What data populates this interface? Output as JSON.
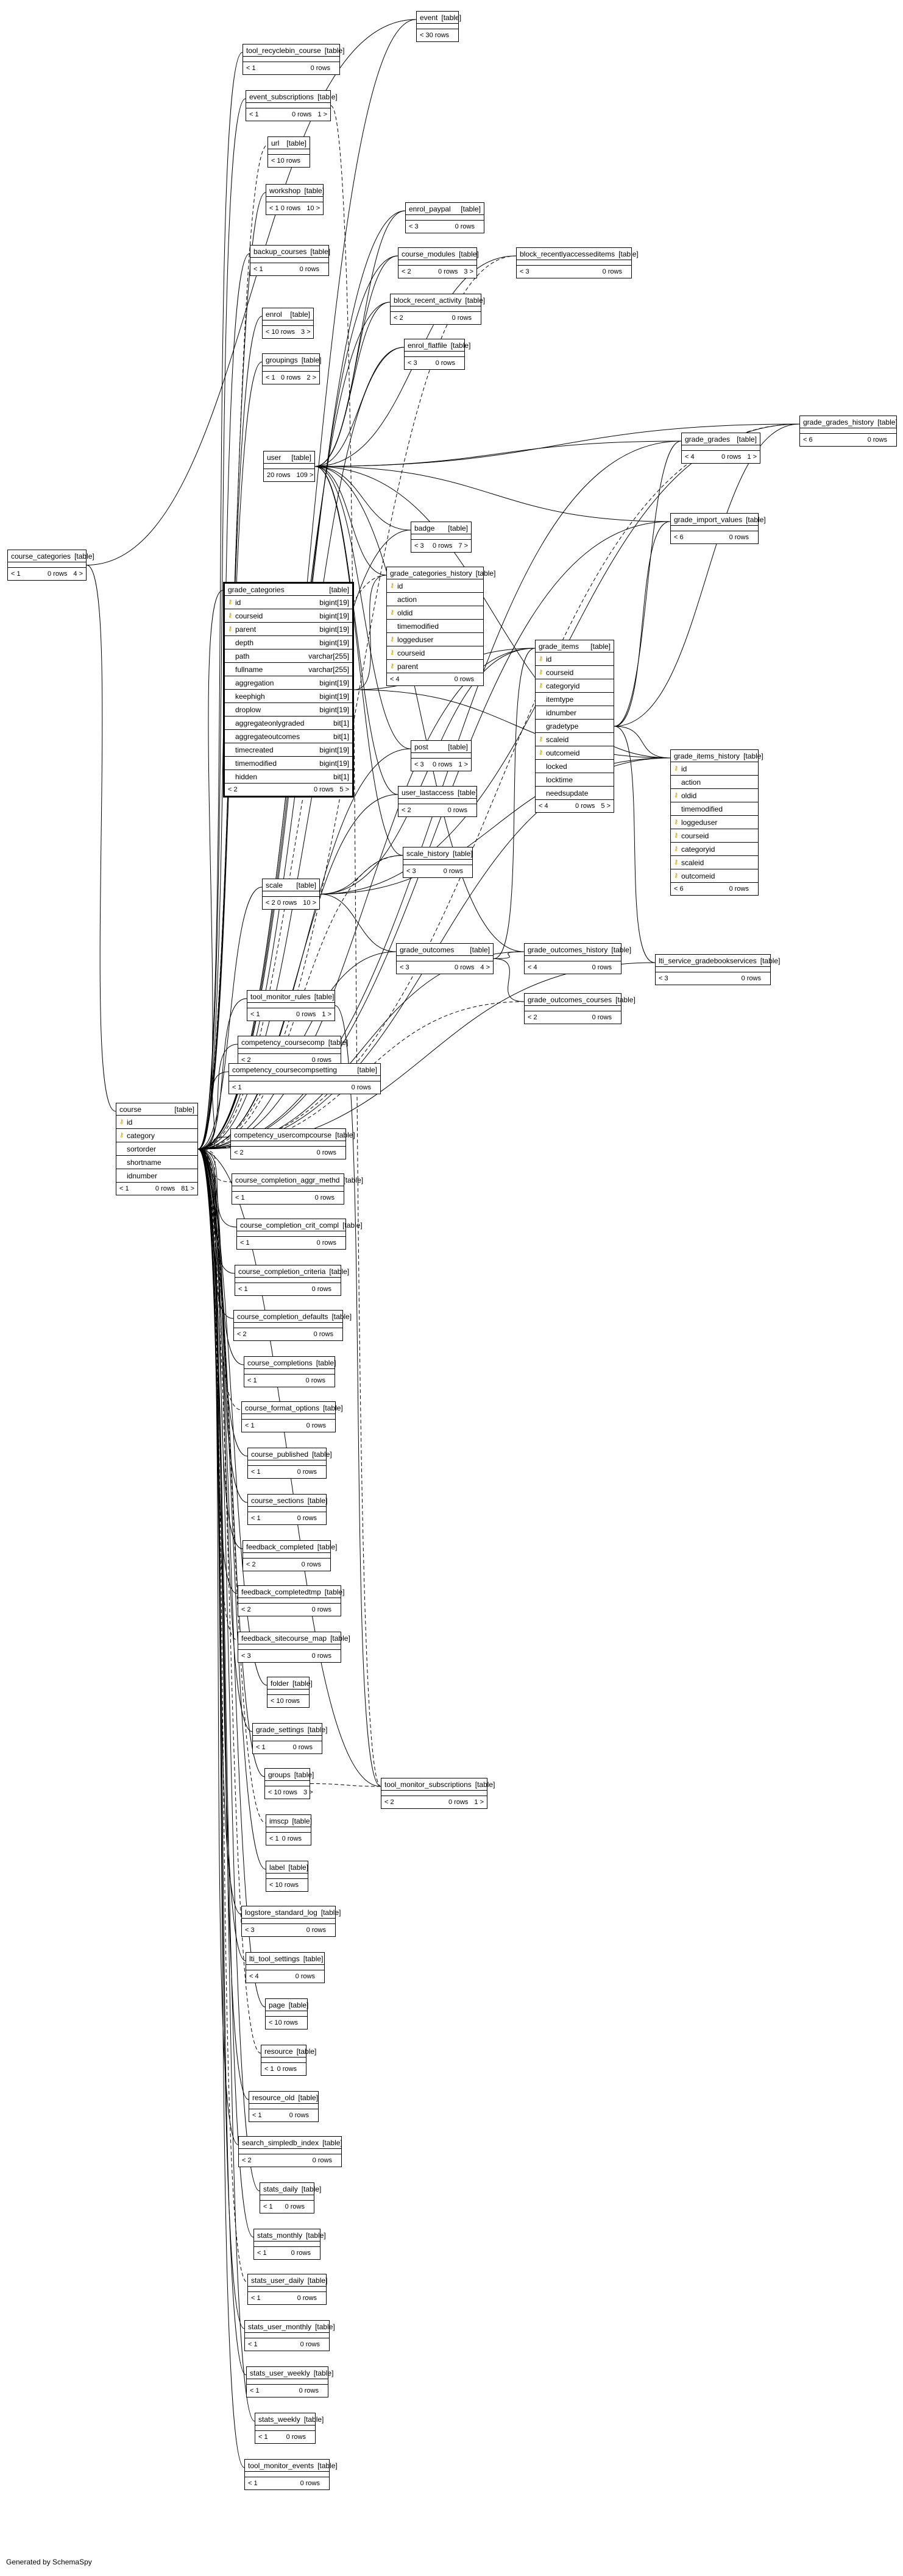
{
  "footer": "Generated by SchemaSpy",
  "type_label": "[table]",
  "rows_label": "rows",
  "tables": [
    {
      "name": "event",
      "rows": "0",
      "left": "< 3",
      "right": ""
    },
    {
      "name": "tool_recyclebin_course",
      "rows": "0",
      "left": "< 1",
      "right": ""
    },
    {
      "name": "event_subscriptions",
      "rows": "0",
      "left": "< 1",
      "right": "1 >"
    },
    {
      "name": "url",
      "rows": "0",
      "left": "< 1",
      "right": ""
    },
    {
      "name": "workshop",
      "rows": "0",
      "left": "< 1",
      "right": "10 >"
    },
    {
      "name": "enrol_paypal",
      "rows": "0",
      "left": "< 3",
      "right": ""
    },
    {
      "name": "backup_courses",
      "rows": "0",
      "left": "< 1",
      "right": ""
    },
    {
      "name": "course_modules",
      "rows": "0",
      "left": "< 2",
      "right": "3 >"
    },
    {
      "name": "block_recentlyaccesseditems",
      "rows": "0",
      "left": "< 3",
      "right": ""
    },
    {
      "name": "block_recent_activity",
      "rows": "0",
      "left": "< 2",
      "right": ""
    },
    {
      "name": "enrol",
      "rows": "0",
      "left": "< 1",
      "right": "3 >"
    },
    {
      "name": "enrol_flatfile",
      "rows": "0",
      "left": "< 3",
      "right": ""
    },
    {
      "name": "groupings",
      "rows": "0",
      "left": "< 1",
      "right": "2 >"
    },
    {
      "name": "grade_grades_history",
      "rows": "0",
      "left": "< 6",
      "right": ""
    },
    {
      "name": "user",
      "rows": "0",
      "left": "2",
      "right": "109 >"
    },
    {
      "name": "grade_grades",
      "rows": "0",
      "left": "< 4",
      "right": "1 >"
    },
    {
      "name": "course_categories",
      "rows": "0",
      "left": "< 1",
      "right": "4 >"
    },
    {
      "name": "grade_import_values",
      "rows": "0",
      "left": "< 6",
      "right": ""
    },
    {
      "name": "badge",
      "rows": "0",
      "left": "< 3",
      "right": "7 >"
    },
    {
      "name": "grade_categories",
      "main": true,
      "rows": "0",
      "left": "< 2",
      "right": "5 >",
      "columns": [
        {
          "name": "id",
          "type": "bigint[19]",
          "key": true
        },
        {
          "name": "courseid",
          "type": "bigint[19]",
          "key": true
        },
        {
          "name": "parent",
          "type": "bigint[19]",
          "key": true
        },
        {
          "name": "depth",
          "type": "bigint[19]"
        },
        {
          "name": "path",
          "type": "varchar[255]"
        },
        {
          "name": "fullname",
          "type": "varchar[255]"
        },
        {
          "name": "aggregation",
          "type": "bigint[19]"
        },
        {
          "name": "keephigh",
          "type": "bigint[19]"
        },
        {
          "name": "droplow",
          "type": "bigint[19]"
        },
        {
          "name": "aggregateonlygraded",
          "type": "bit[1]"
        },
        {
          "name": "aggregateoutcomes",
          "type": "bit[1]"
        },
        {
          "name": "timecreated",
          "type": "bigint[19]"
        },
        {
          "name": "timemodified",
          "type": "bigint[19]"
        },
        {
          "name": "hidden",
          "type": "bit[1]"
        }
      ]
    },
    {
      "name": "grade_categories_history",
      "rows": "0",
      "left": "< 4",
      "right": "",
      "columns": [
        {
          "name": "id",
          "key": true
        },
        {
          "name": "action"
        },
        {
          "name": "oldid",
          "key": true
        },
        {
          "name": "timemodified"
        },
        {
          "name": "loggeduser",
          "key": true
        },
        {
          "name": "courseid",
          "key": true
        },
        {
          "name": "parent",
          "key": true
        }
      ]
    },
    {
      "name": "grade_items",
      "rows": "0",
      "left": "< 4",
      "right": "5 >",
      "columns": [
        {
          "name": "id",
          "key": true
        },
        {
          "name": "courseid",
          "key": true
        },
        {
          "name": "categoryid",
          "key": true
        },
        {
          "name": "itemtype"
        },
        {
          "name": "idnumber"
        },
        {
          "name": "gradetype"
        },
        {
          "name": "scaleid",
          "key": true
        },
        {
          "name": "outcomeid",
          "key": true
        },
        {
          "name": "locked"
        },
        {
          "name": "locktime"
        },
        {
          "name": "needsupdate"
        }
      ]
    },
    {
      "name": "post",
      "rows": "0",
      "left": "< 3",
      "right": "1 >"
    },
    {
      "name": "user_lastaccess",
      "rows": "0",
      "left": "< 2",
      "right": ""
    },
    {
      "name": "grade_items_history",
      "rows": "0",
      "left": "< 6",
      "right": "",
      "columns": [
        {
          "name": "id",
          "key": true
        },
        {
          "name": "action"
        },
        {
          "name": "oldid",
          "key": true
        },
        {
          "name": "timemodified"
        },
        {
          "name": "loggeduser",
          "key": true
        },
        {
          "name": "courseid",
          "key": true
        },
        {
          "name": "categoryid",
          "key": true
        },
        {
          "name": "scaleid",
          "key": true
        },
        {
          "name": "outcomeid",
          "key": true
        }
      ]
    },
    {
      "name": "scale_history",
      "rows": "0",
      "left": "< 3",
      "right": ""
    },
    {
      "name": "scale",
      "rows": "0",
      "left": "< 2",
      "right": "10 >"
    },
    {
      "name": "grade_outcomes",
      "rows": "0",
      "left": "< 3",
      "right": "4 >"
    },
    {
      "name": "grade_outcomes_history",
      "rows": "0",
      "left": "< 4",
      "right": ""
    },
    {
      "name": "lti_service_gradebookservices",
      "rows": "0",
      "left": "< 3",
      "right": ""
    },
    {
      "name": "grade_outcomes_courses",
      "rows": "0",
      "left": "< 2",
      "right": ""
    },
    {
      "name": "tool_monitor_rules",
      "rows": "0",
      "left": "< 1",
      "right": "1 >"
    },
    {
      "name": "competency_coursecomp",
      "rows": "0",
      "left": "< 2",
      "right": ""
    },
    {
      "name": "competency_coursecompsetting",
      "rows": "0",
      "left": "< 1",
      "right": ""
    },
    {
      "name": "course",
      "rows": "0",
      "left": "< 1",
      "right": "81 >",
      "columns": [
        {
          "name": "id",
          "key": true
        },
        {
          "name": "category",
          "key": true
        },
        {
          "name": "sortorder"
        },
        {
          "name": "shortname"
        },
        {
          "name": "idnumber"
        }
      ]
    },
    {
      "name": "competency_usercompcourse",
      "rows": "0",
      "left": "< 2",
      "right": ""
    },
    {
      "name": "course_completion_aggr_methd",
      "rows": "0",
      "left": "< 1",
      "right": ""
    },
    {
      "name": "course_completion_crit_compl",
      "rows": "0",
      "left": "< 1",
      "right": ""
    },
    {
      "name": "course_completion_criteria",
      "rows": "0",
      "left": "< 1",
      "right": ""
    },
    {
      "name": "course_completion_defaults",
      "rows": "0",
      "left": "< 2",
      "right": ""
    },
    {
      "name": "course_completions",
      "rows": "0",
      "left": "< 1",
      "right": ""
    },
    {
      "name": "course_format_options",
      "rows": "0",
      "left": "< 1",
      "right": ""
    },
    {
      "name": "course_published",
      "rows": "0",
      "left": "< 1",
      "right": ""
    },
    {
      "name": "course_sections",
      "rows": "0",
      "left": "< 1",
      "right": ""
    },
    {
      "name": "feedback_completed",
      "rows": "0",
      "left": "< 2",
      "right": ""
    },
    {
      "name": "feedback_completedtmp",
      "rows": "0",
      "left": "< 2",
      "right": ""
    },
    {
      "name": "feedback_sitecourse_map",
      "rows": "0",
      "left": "< 3",
      "right": ""
    },
    {
      "name": "folder",
      "rows": "0",
      "left": "< 1",
      "right": ""
    },
    {
      "name": "grade_settings",
      "rows": "0",
      "left": "< 1",
      "right": ""
    },
    {
      "name": "groups",
      "rows": "0",
      "left": "< 1",
      "right": "3 >"
    },
    {
      "name": "tool_monitor_subscriptions",
      "rows": "0",
      "left": "< 2",
      "right": "1 >"
    },
    {
      "name": "imscp",
      "rows": "0",
      "left": "< 1",
      "right": ""
    },
    {
      "name": "label",
      "rows": "0",
      "left": "< 1",
      "right": ""
    },
    {
      "name": "logstore_standard_log",
      "rows": "0",
      "left": "< 3",
      "right": ""
    },
    {
      "name": "lti_tool_settings",
      "rows": "0",
      "left": "< 4",
      "right": ""
    },
    {
      "name": "page",
      "rows": "0",
      "left": "< 1",
      "right": ""
    },
    {
      "name": "resource",
      "rows": "0",
      "left": "< 1",
      "right": ""
    },
    {
      "name": "resource_old",
      "rows": "0",
      "left": "< 1",
      "right": ""
    },
    {
      "name": "search_simpledb_index",
      "rows": "0",
      "left": "< 2",
      "right": ""
    },
    {
      "name": "stats_daily",
      "rows": "0",
      "left": "< 1",
      "right": ""
    },
    {
      "name": "stats_monthly",
      "rows": "0",
      "left": "< 1",
      "right": ""
    },
    {
      "name": "stats_user_daily",
      "rows": "0",
      "left": "< 1",
      "right": ""
    },
    {
      "name": "stats_user_monthly",
      "rows": "0",
      "left": "< 1",
      "right": ""
    },
    {
      "name": "stats_user_weekly",
      "rows": "0",
      "left": "< 1",
      "right": ""
    },
    {
      "name": "stats_weekly",
      "rows": "0",
      "left": "< 1",
      "right": ""
    },
    {
      "name": "tool_monitor_events",
      "rows": "0",
      "left": "< 1",
      "right": ""
    }
  ]
}
